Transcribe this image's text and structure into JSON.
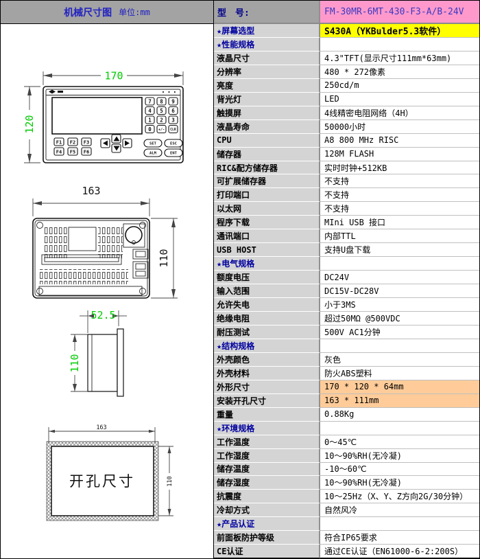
{
  "colors": {
    "header_gray": "#A3A3A3",
    "label_gray": "#D4D4D4",
    "model_pink": "#FF99CC",
    "screen_yellow": "#FFFF00",
    "dimension_orange": "#FFCC99",
    "section_blue": "#0000A0",
    "header_text_blue": "#2222C2",
    "model_text_blue": "#3939C0",
    "cad_dim_green": "#00CC00"
  },
  "left_panel": {
    "header": {
      "title": "机械尺寸图",
      "unit_label": "单位:mm"
    },
    "front_view": {
      "width_dim": "170",
      "height_dim": "120",
      "indicator_dots": "• • •",
      "keys": [
        "7",
        "8",
        "9",
        "4",
        "5",
        "6",
        "1",
        "2",
        "3",
        "0",
        "+/-",
        "CLR"
      ],
      "fn_keys": [
        "F1",
        "F2",
        "F3",
        "F4",
        "F5",
        "F6"
      ],
      "soft_keys": [
        "SET",
        "ESC",
        "ALM",
        "ENT"
      ]
    },
    "rear_view": {
      "width_dim": "163",
      "height_dim": "110"
    },
    "side_view": {
      "depth_dim": "52.5",
      "height_dim": "110"
    },
    "cutout_view": {
      "title": "开孔尺寸",
      "width_dim": "163",
      "height_dim": "110"
    }
  },
  "spec_table": {
    "model_row": {
      "label": "型　号:",
      "value": "FM-30MR-6MT-430-F3-A/B-24V"
    },
    "rows": [
      {
        "label": "★屏幕选型",
        "value": "S430A（YKBulder5.3软件）",
        "type": "screen"
      },
      {
        "label": "★性能规格",
        "value": "",
        "type": "section"
      },
      {
        "label": "液晶尺寸",
        "value": "4.3\"TFT(显示尺寸111mm*63mm)",
        "type": "normal"
      },
      {
        "label": "分辨率",
        "value": "480 * 272像素",
        "type": "normal"
      },
      {
        "label": "亮度",
        "value": "250cd/m",
        "type": "normal"
      },
      {
        "label": "背光灯",
        "value": "LED",
        "type": "normal"
      },
      {
        "label": "触摸屏",
        "value": "4线精密电阻网络（4H）",
        "type": "normal"
      },
      {
        "label": "液晶寿命",
        "value": "50000小时",
        "type": "normal"
      },
      {
        "label": "CPU",
        "value": "A8 800 MHz RISC",
        "type": "normal"
      },
      {
        "label": "储存器",
        "value": "128M FLASH",
        "type": "normal"
      },
      {
        "label": "RIC&配方储存器",
        "value": "实时时钟+512KB",
        "type": "normal"
      },
      {
        "label": "可扩展储存器",
        "value": "不支持",
        "type": "normal"
      },
      {
        "label": "打印端口",
        "value": "不支持",
        "type": "normal"
      },
      {
        "label": "以太网",
        "value": "不支持",
        "type": "normal"
      },
      {
        "label": "程序下载",
        "value": "MIni USB 接口",
        "type": "normal"
      },
      {
        "label": "通讯端口",
        "value": "内部TTL",
        "type": "normal"
      },
      {
        "label": "USB HOST",
        "value": "支持U盘下载",
        "type": "normal"
      },
      {
        "label": "★电气规格",
        "value": "",
        "type": "section"
      },
      {
        "label": "额度电压",
        "value": "DC24V",
        "type": "normal"
      },
      {
        "label": "输入范围",
        "value": "DC15V-DC28V",
        "type": "normal"
      },
      {
        "label": "允许失电",
        "value": "小于3MS",
        "type": "normal"
      },
      {
        "label": "绝缘电阻",
        "value": "超过50MΩ @500VDC",
        "type": "normal"
      },
      {
        "label": "耐压测试",
        "value": "500V AC1分钟",
        "type": "normal"
      },
      {
        "label": "★结构规格",
        "value": "",
        "type": "section"
      },
      {
        "label": "外壳颜色",
        "value": "灰色",
        "type": "normal"
      },
      {
        "label": "外壳材料",
        "value": "防火ABS塑料",
        "type": "normal"
      },
      {
        "label": "外形尺寸",
        "value": "170 * 120 * 64mm",
        "type": "highlight"
      },
      {
        "label": "安装开孔尺寸",
        "value": "163 * 111mm",
        "type": "highlight"
      },
      {
        "label": "重量",
        "value": "0.88Kg",
        "type": "normal"
      },
      {
        "label": "★环境规格",
        "value": "",
        "type": "section"
      },
      {
        "label": "工作温度",
        "value": "0～45℃",
        "type": "normal"
      },
      {
        "label": "工作湿度",
        "value": "10～90%RH(无冷凝)",
        "type": "normal"
      },
      {
        "label": "储存温度",
        "value": "-10～60℃",
        "type": "normal"
      },
      {
        "label": "储存湿度",
        "value": "10～90%RH(无冷凝)",
        "type": "normal"
      },
      {
        "label": "抗震度",
        "value": "10～25Hz（X、Y、Z方向2G/30分钟）",
        "type": "normal"
      },
      {
        "label": "冷却方式",
        "value": "自然风冷",
        "type": "normal"
      },
      {
        "label": "★产品认证",
        "value": "",
        "type": "section"
      },
      {
        "label": "前面板防护等级",
        "value": "符合IP65要求",
        "type": "normal"
      },
      {
        "label": "CE认证",
        "value": "通过CE认证（EN61000-6-2:200S）",
        "type": "normal"
      }
    ]
  }
}
